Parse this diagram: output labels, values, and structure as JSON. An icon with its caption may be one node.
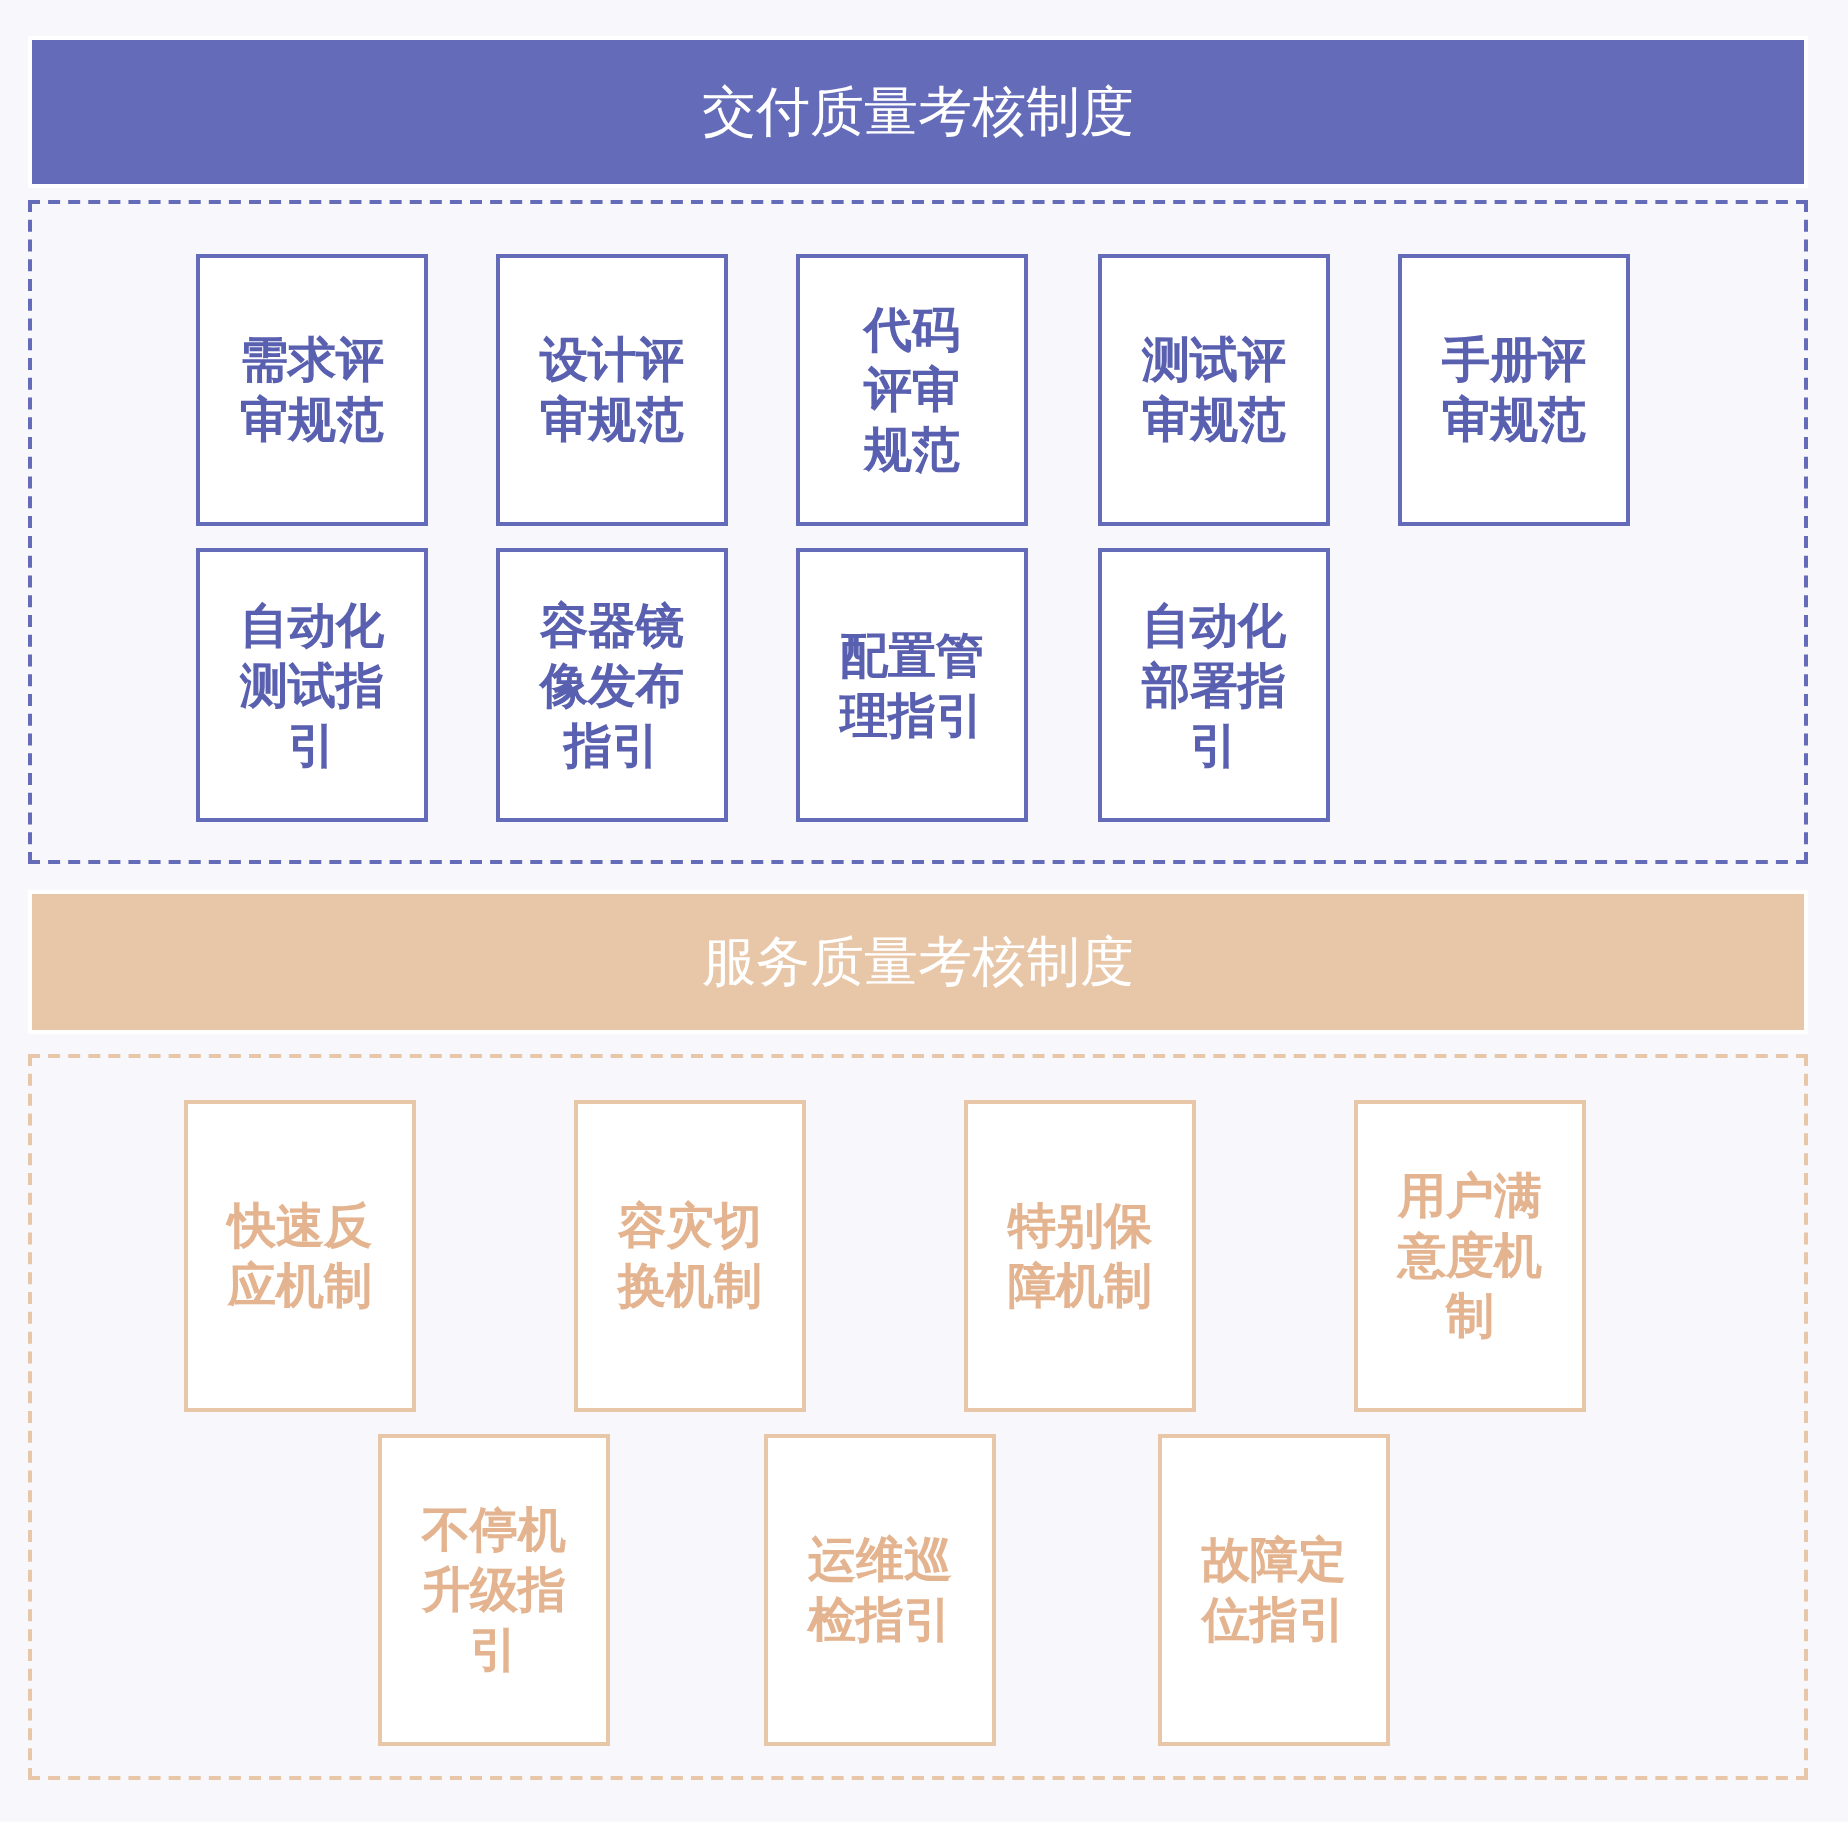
{
  "diagram": {
    "nodes": [
      {
        "text": [
          "交付质量考核制度"
        ]
      },
      {
        "text": [],
        "shape": "box"
      },
      {
        "text": [
          "需求评审规范"
        ],
        "in": 1
      },
      {
        "text": [
          "设计评审规范"
        ],
        "in": 1
      },
      {
        "text": [
          "代码评审规范"
        ],
        "in": 1
      },
      {
        "text": [
          "测试评审规范"
        ],
        "in": 1
      },
      {
        "text": [
          "手册评审规范"
        ],
        "in": 1
      },
      {
        "text": [
          "自动化测试指引"
        ],
        "in": 1
      },
      {
        "text": [
          "容器镜像发布指引"
        ],
        "in": 1
      },
      {
        "text": [
          "配置管理指引"
        ],
        "in": 1
      },
      {
        "text": [
          "自动化部署指引"
        ],
        "in": 1
      },
      {
        "text": [
          "服务质量考核制度"
        ]
      },
      {
        "text": [],
        "shape": "box"
      },
      {
        "text": [
          "快速反应机制"
        ],
        "in": 12
      },
      {
        "text": [
          "容灾切换机制"
        ],
        "in": 12
      },
      {
        "text": [
          "特别保障机制"
        ],
        "in": 12
      },
      {
        "text": [
          "用户满意度机制"
        ],
        "in": 12
      },
      {
        "text": [
          "不停机升级指引"
        ],
        "in": 12
      },
      {
        "text": [
          "运维巡检指引"
        ],
        "in": 12
      },
      {
        "text": [
          "故障定位指引"
        ],
        "in": 12
      }
    ],
    "edges": []
  }
}
